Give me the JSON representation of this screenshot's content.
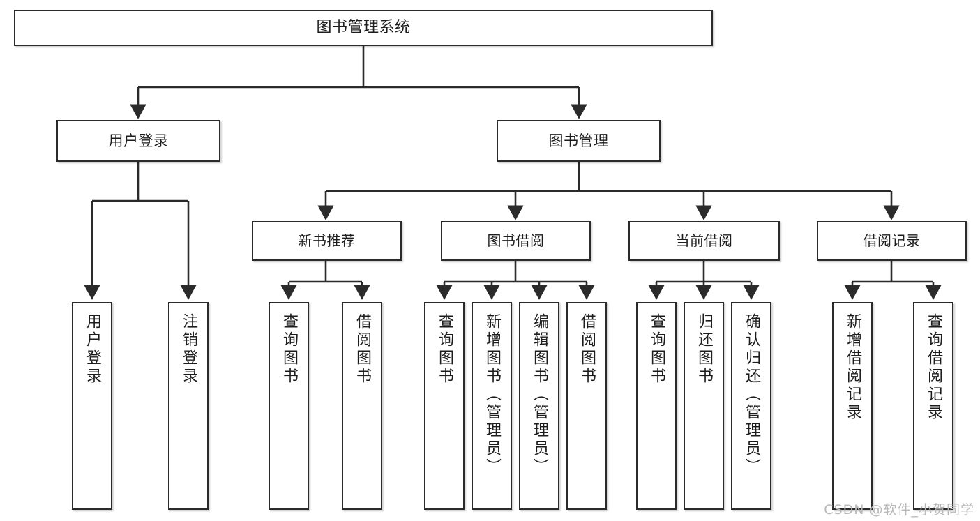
{
  "diagram": {
    "type": "tree",
    "title": "图书管理系统",
    "orientation": "top-down",
    "colors": {
      "box_border": "#2b2b2b",
      "box_fill": "#ffffff",
      "connector": "#2b2b2b",
      "text": "#1d1d1d",
      "watermark": "#b9b9b9"
    },
    "root": {
      "label": "图书管理系统"
    },
    "level2": [
      {
        "label": "用户登录"
      },
      {
        "label": "图书管理"
      }
    ],
    "level3": [
      {
        "label": "新书推荐"
      },
      {
        "label": "图书借阅"
      },
      {
        "label": "当前借阅"
      },
      {
        "label": "借阅记录"
      }
    ],
    "leaves": {
      "user_login": [
        {
          "label": "用户登录"
        },
        {
          "label": "注销登录"
        }
      ],
      "new_book_recommend": [
        {
          "label": "查询图书"
        },
        {
          "label": "借阅图书"
        }
      ],
      "book_borrow": [
        {
          "label": "查询图书"
        },
        {
          "label": "新增图书（管理员）"
        },
        {
          "label": "编辑图书（管理员）"
        },
        {
          "label": "借阅图书"
        }
      ],
      "current_borrow": [
        {
          "label": "查询图书"
        },
        {
          "label": "归还图书"
        },
        {
          "label": "确认归还（管理员）"
        }
      ],
      "borrow_records": [
        {
          "label": "新增借阅记录"
        },
        {
          "label": "查询借阅记录"
        }
      ]
    }
  },
  "watermark": {
    "text": "CSDN @软件_小贺同学"
  }
}
